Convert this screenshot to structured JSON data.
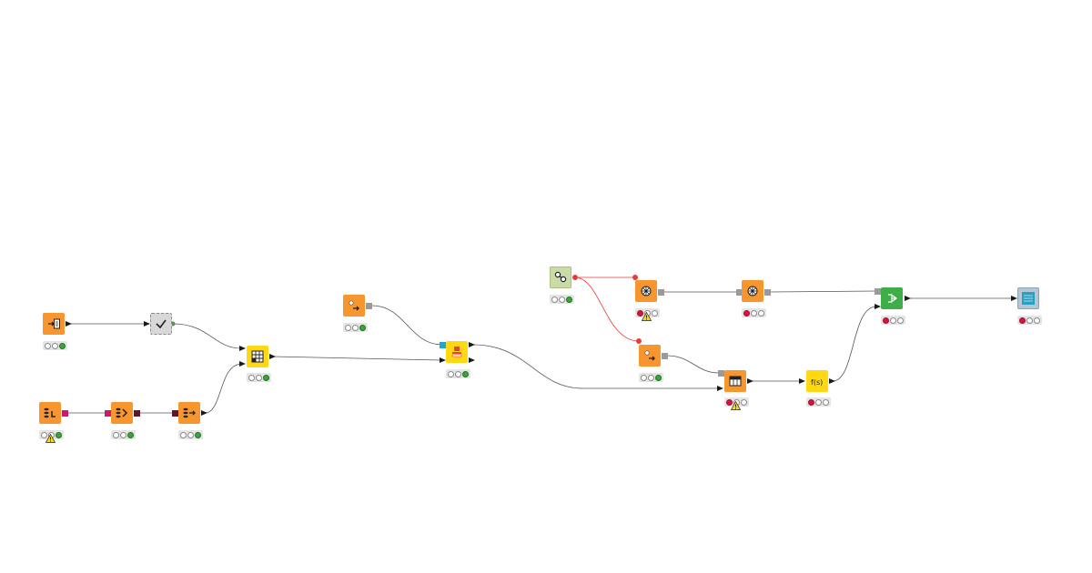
{
  "workflow": {
    "colors": {
      "source": "#f7952e",
      "manipulation": "#ffd814",
      "view": "#2aa0c0",
      "other": "#3fae49",
      "component": "#c9dca8",
      "metanode": "#d8d8d8",
      "connection": "#555555",
      "flow_variable": "#e83c3c"
    },
    "nodes": [
      {
        "id": "n1",
        "kind": "reader",
        "icon": "file-reader-icon",
        "status": [
          "off",
          "off",
          "green"
        ],
        "warning": false
      },
      {
        "id": "n2",
        "kind": "metanode",
        "icon": "checkmark-icon",
        "status": null,
        "warning": false
      },
      {
        "id": "n3",
        "kind": "db-table-selector",
        "icon": "db-table-selector-icon",
        "status": [
          "off",
          "off",
          "green"
        ],
        "warning": true
      },
      {
        "id": "n4",
        "kind": "db-row-filter",
        "icon": "db-row-filter-icon",
        "status": [
          "off",
          "off",
          "green"
        ],
        "warning": false
      },
      {
        "id": "n5",
        "kind": "db-reader",
        "icon": "db-reader-icon",
        "status": [
          "off",
          "off",
          "green"
        ],
        "warning": false
      },
      {
        "id": "n6",
        "kind": "concatenate",
        "icon": "concatenate-icon",
        "status": [
          "off",
          "off",
          "green"
        ],
        "warning": false
      },
      {
        "id": "n7",
        "kind": "create-bit-vector",
        "icon": "bit-vector-icon",
        "status": [
          "off",
          "off",
          "green"
        ],
        "warning": false
      },
      {
        "id": "n8",
        "kind": "joiner",
        "icon": "joiner-icon",
        "status": [
          "off",
          "off",
          "green"
        ],
        "warning": false
      },
      {
        "id": "n9",
        "kind": "component",
        "icon": "component-icon",
        "status": [
          "off",
          "off",
          "green"
        ],
        "warning": false
      },
      {
        "id": "n10",
        "kind": "model-learner",
        "icon": "model-learner-icon",
        "status": [
          "red",
          "off",
          "off"
        ],
        "warning": true
      },
      {
        "id": "n11",
        "kind": "model-predictor",
        "icon": "model-predictor-icon",
        "status": [
          "red",
          "off",
          "off"
        ],
        "warning": false
      },
      {
        "id": "n12",
        "kind": "table-reader",
        "icon": "table-reader-icon",
        "status": [
          "off",
          "off",
          "green"
        ],
        "warning": false
      },
      {
        "id": "n13",
        "kind": "column-filter",
        "icon": "column-filter-icon",
        "status": [
          "red",
          "off",
          "off"
        ],
        "warning": true
      },
      {
        "id": "n14",
        "kind": "string-manipulation",
        "icon": "formula-icon",
        "status": [
          "red",
          "off",
          "off"
        ],
        "warning": false
      },
      {
        "id": "n15",
        "kind": "scorer",
        "icon": "scorer-icon",
        "status": [
          "red",
          "off",
          "off"
        ],
        "warning": false
      },
      {
        "id": "n16",
        "kind": "view",
        "icon": "table-view-icon",
        "status": [
          "red",
          "off",
          "off"
        ],
        "warning": false
      }
    ]
  }
}
